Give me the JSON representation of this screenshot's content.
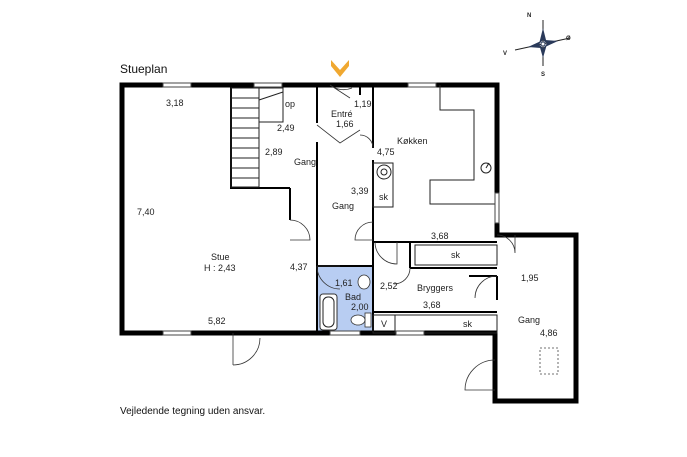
{
  "title": "Stueplan",
  "disclaimer": "Vejledende tegning uden ansvar.",
  "compass": {
    "n": "N",
    "e": "Ø",
    "s": "S",
    "w": "V"
  },
  "colors": {
    "bathroom": "#b8cdf2",
    "entrance_marker": "#f0a830",
    "wall": "#000000"
  },
  "rooms": {
    "stue": {
      "name": "Stue",
      "height": "H : 2,43",
      "dim_top": "3,18",
      "dim_left": "7,40",
      "dim_right": "4,37",
      "dim_bottom": "5,82"
    },
    "stair": {
      "label": "op",
      "dim": "2,49",
      "dim2": "2,89"
    },
    "gang_upper": {
      "name": "Gang"
    },
    "entre": {
      "name": "Entré",
      "dim1": "1,19",
      "dim2": "1,66"
    },
    "kokken": {
      "name": "Køkken",
      "dim1": "4,75",
      "dim2": "3,39",
      "dim3": "3,68",
      "sk1": "sk",
      "sk2": "sk"
    },
    "gang_mid": {
      "name": "Gang"
    },
    "bad": {
      "name": "Bad",
      "dim1": "1,61",
      "dim2": "2,00"
    },
    "bryggers": {
      "name": "Bryggers",
      "dim1": "2,52",
      "dim2": "3,68",
      "v": "V",
      "sk": "sk"
    },
    "gang_right": {
      "name": "Gang",
      "dim1": "1,95",
      "dim2": "4,86"
    }
  }
}
